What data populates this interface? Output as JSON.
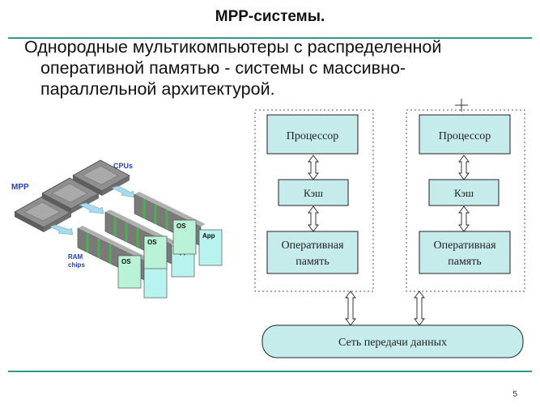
{
  "slide": {
    "title": "МРР-системы.",
    "bullet_mark": "",
    "bullet_lines": [
      "Однородные мультикомпьютеры с распределенной",
      "оперативной памятью - системы с массивно-",
      "параллельной архитектурой."
    ],
    "page_number": "5"
  },
  "left_figure": {
    "mpp_label": "MPP",
    "cpus_label": "CPUs",
    "ram_label_line1": "RAM",
    "ram_label_line2": "chips",
    "os_label": "OS",
    "app_label": "App"
  },
  "right_figure": {
    "node1": {
      "processor": "Процессор",
      "cache": "Кэш",
      "memory_line1": "Оперативная",
      "memory_line2": "память"
    },
    "node2": {
      "processor": "Процессор",
      "cache": "Кэш",
      "memory_line1": "Оперативная",
      "memory_line2": "память"
    },
    "network": "Сеть передачи данных"
  },
  "colors": {
    "accent_rule": "#2d9a8a",
    "box_fill": "#c5ecea",
    "network_fill": "#c5ecea",
    "arrow_fill": "#a6dcee",
    "card_green": "#b9f2d6",
    "card_teal": "#b8f3ef",
    "chip_gray": "#9a9a9a"
  }
}
